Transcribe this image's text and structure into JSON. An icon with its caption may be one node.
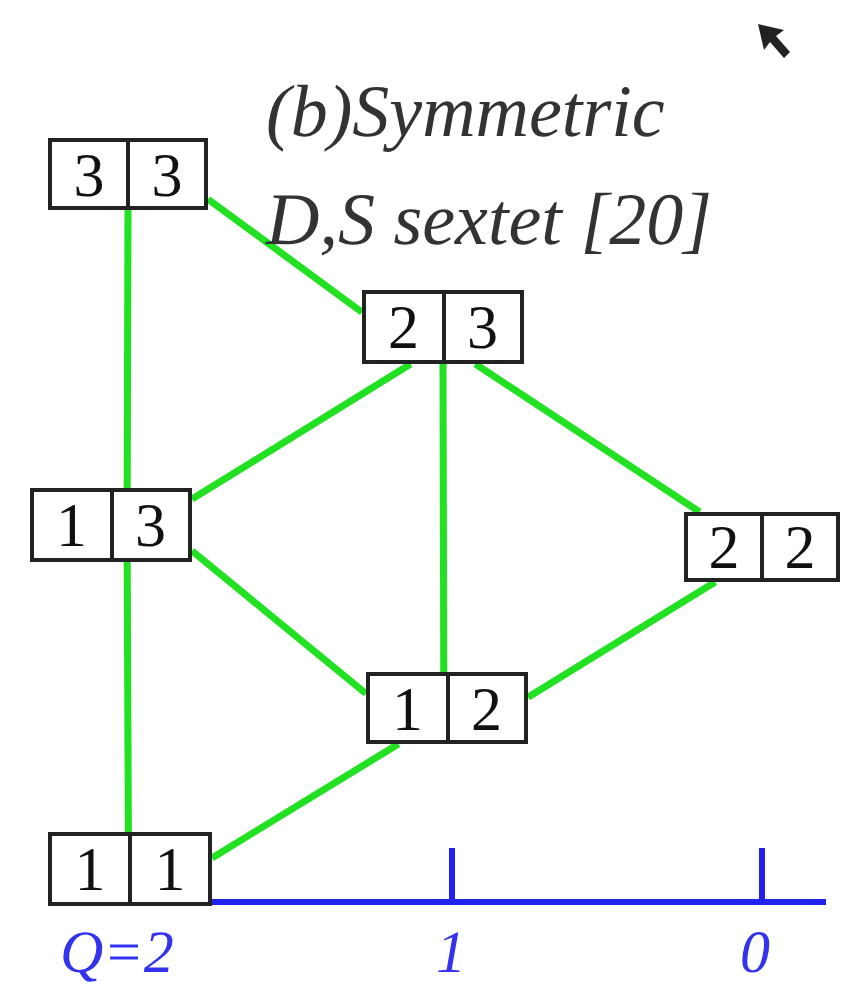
{
  "diagram": {
    "title": "(b)Symmetric D,S sextet [20]",
    "nodes": [
      {
        "text": [
          "3",
          "3"
        ]
      },
      {
        "text": [
          "2",
          "3"
        ]
      },
      {
        "text": [
          "1",
          "3"
        ]
      },
      {
        "text": [
          "2",
          "2"
        ]
      },
      {
        "text": [
          "1",
          "2"
        ]
      },
      {
        "text": [
          "1",
          "1"
        ]
      }
    ],
    "edges": [
      {
        "from": 0,
        "to": 2,
        "arrow": "none"
      },
      {
        "from": 2,
        "to": 5,
        "arrow": "none"
      },
      {
        "from": 0,
        "to": 1,
        "arrow": "none"
      },
      {
        "from": 1,
        "to": 2,
        "arrow": "none"
      },
      {
        "from": 1,
        "to": 4,
        "arrow": "none"
      },
      {
        "from": 1,
        "to": 3,
        "arrow": "none"
      },
      {
        "from": 2,
        "to": 4,
        "arrow": "none"
      },
      {
        "from": 3,
        "to": 4,
        "arrow": "none"
      },
      {
        "from": 4,
        "to": 5,
        "arrow": "none"
      }
    ],
    "labels": [
      "Q=2",
      "1",
      "0"
    ]
  }
}
